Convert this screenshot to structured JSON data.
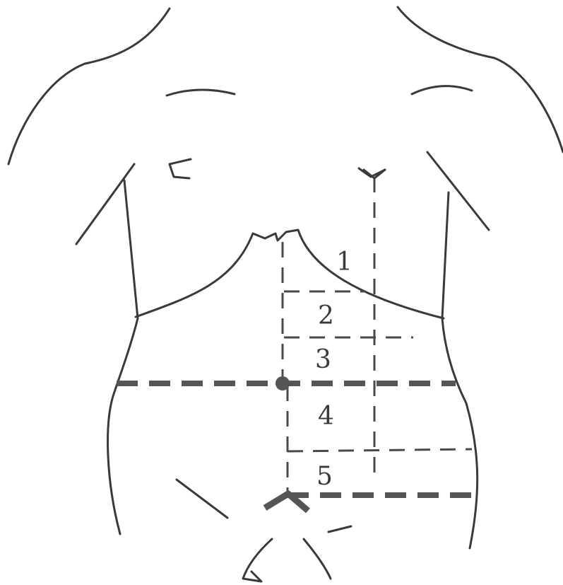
{
  "regions": [
    {
      "id": "region-1",
      "label": "1"
    },
    {
      "id": "region-2",
      "label": "2"
    },
    {
      "id": "region-3",
      "label": "3"
    },
    {
      "id": "region-4",
      "label": "4"
    },
    {
      "id": "region-5",
      "label": "5"
    }
  ],
  "colors": {
    "line": "#3a3a3a",
    "dash": "#4a4a4a",
    "background": "#ffffff"
  }
}
